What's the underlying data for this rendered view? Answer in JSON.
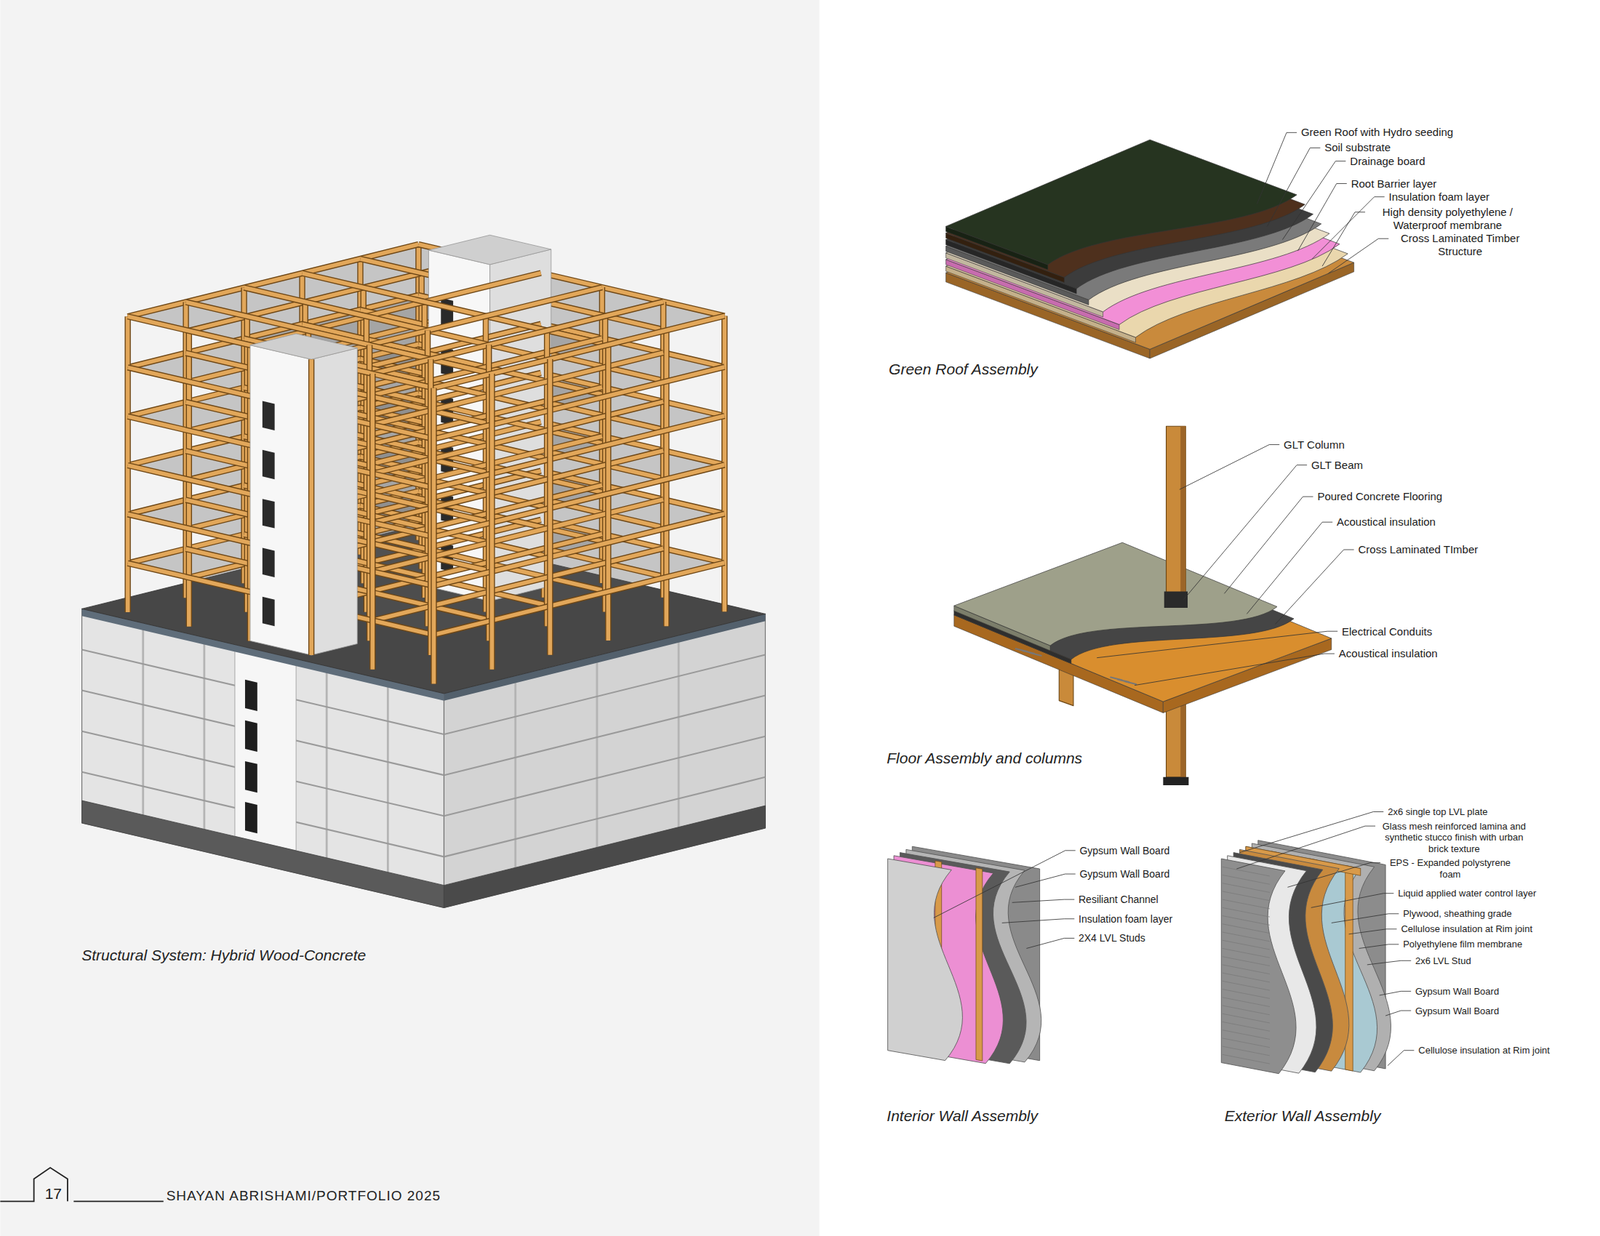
{
  "diagram": {
    "labels": [
      "Structural System: Hybrid Wood-Concrete",
      "Green Roof with Hydro seeding",
      "Soil substrate",
      "Drainage board",
      "Root Barrier layer",
      "Insulation foam layer",
      "High density polyethylene / Waterproof membrane",
      "Cross Laminated Timber Structure",
      "Green Roof Assembly",
      "GLT Column",
      "GLT Beam",
      "Poured Concrete Flooring",
      "Acoustical insulation",
      "Cross Laminated TImber",
      "Electrical Conduits",
      "Acoustical insulation",
      "Floor Assembly and columns",
      "Gypsum Wall Board",
      "Gypsum Wall Board",
      "Resiliant Channel",
      "Insulation foam layer",
      "2X4 LVL Studs",
      "2x6 single top LVL plate",
      "Glass mesh reinforced lamina and synthetic stucco finish with urban brick texture",
      "EPS - Expanded polystyrene foam",
      "Liquid applied water control layer",
      "Plywood, sheathing grade",
      "Cellulose insulation at Rim joint",
      "Polyethylene film membrane",
      "2x6 LVL Stud",
      "Gypsum Wall Board",
      "Gypsum Wall Board",
      "Cellulose insulation at Rim joint",
      "Interior Wall Assembly",
      "Exterior Wall Assembly",
      "17",
      "SHAYAN ABRISHAMI/PORTFOLIO 2025"
    ]
  }
}
